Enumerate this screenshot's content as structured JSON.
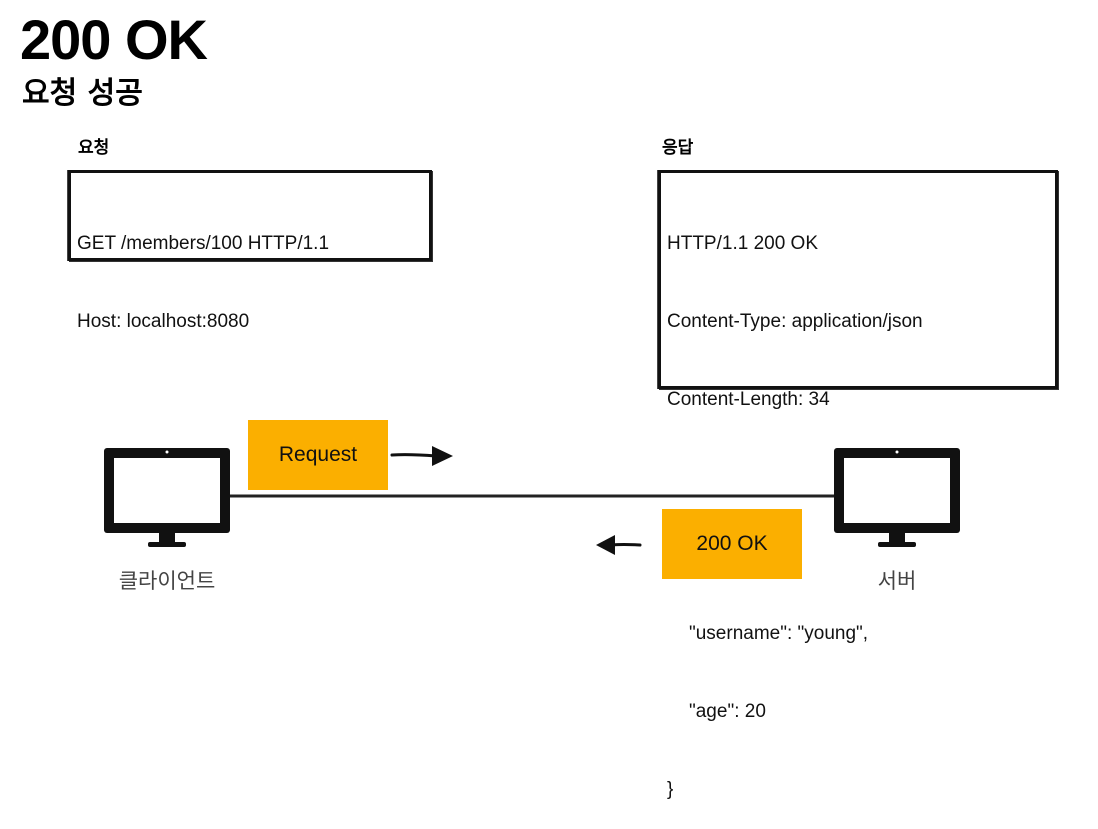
{
  "title": "200 OK",
  "subtitle": "요청 성공",
  "request": {
    "label": "요청",
    "lines": [
      "GET /members/100 HTTP/1.1",
      "Host: localhost:8080"
    ]
  },
  "response": {
    "label": "응답",
    "lines": [
      "HTTP/1.1 200 OK",
      "Content-Type: application/json",
      "Content-Length: 34",
      "",
      "{",
      "\"username\": \"young\",",
      "\"age\": 20",
      "}"
    ]
  },
  "tags": {
    "request": "Request",
    "response": "200 OK"
  },
  "nodes": {
    "client": "클라이언트",
    "server": "서버"
  },
  "colors": {
    "tag_fill": "#FBAF00",
    "line": "#222222"
  }
}
